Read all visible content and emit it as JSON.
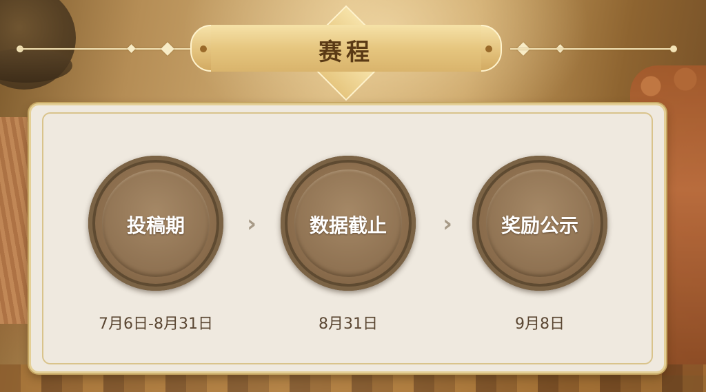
{
  "header": {
    "title": "赛程"
  },
  "schedule": {
    "stages": [
      {
        "name": "投稿期",
        "date": "7月6日-8月31日"
      },
      {
        "name": "数据截止",
        "date": "8月31日"
      },
      {
        "name": "奖励公示",
        "date": "9月8日"
      }
    ],
    "arrow_icon": "chevron-right-icon"
  },
  "colors": {
    "background_gold": "#c79f60",
    "card_background": "#efe9df",
    "coin_bronze": "#8a6c4c",
    "title_brown": "#5a3a15",
    "date_text": "#5a4632"
  }
}
